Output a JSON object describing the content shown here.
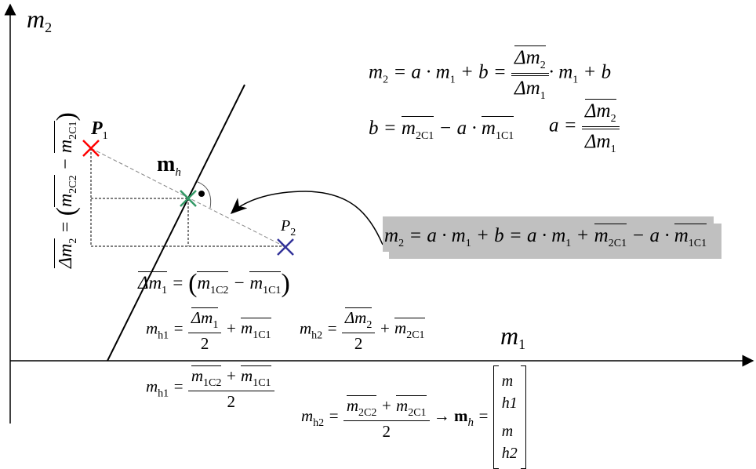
{
  "colors": {
    "p1": "#ff0000",
    "p2": "#333399",
    "mh": "#339966",
    "axis": "#000000",
    "box": "#c0c0c0"
  },
  "axes": {
    "y_var": "m",
    "y_sub": "2",
    "x_var": "m",
    "x_sub": "1"
  },
  "points": {
    "p1": {
      "var": "P",
      "sub": "1"
    },
    "p2": {
      "var": "P",
      "sub": "2"
    },
    "mh": {
      "var": "m",
      "sub": "h"
    }
  },
  "formulas": {
    "line_eq": {
      "lhs": "m",
      "lhs_sub": "2",
      "eq1": " = a · m",
      "s1": "1",
      "plus_b": " + b = ",
      "num": "Δm",
      "num_sub": "2",
      "den": "Δm",
      "den_sub": "1",
      "tail": "· m",
      "tail_sub": "1",
      "tail2": " + b"
    },
    "b_eq": {
      "lhs": "b = ",
      "t1": "m",
      "t1_sub": "2C1",
      "mid": " − a · ",
      "t2": "m",
      "t2_sub": "1C1"
    },
    "a_eq": {
      "lhs": "a = ",
      "num": "Δm",
      "num_sub": "2",
      "den": "Δm",
      "den_sub": "1"
    },
    "highlight": {
      "lhs": "m",
      "lhs_sub": "2",
      "p1": " = a · m",
      "p1_sub": "1",
      "p2": " + b = a · m",
      "p2_sub": "1",
      "p3": " + ",
      "t1": "m",
      "t1_sub": "2C1",
      "p4": " − a · ",
      "t2": "m",
      "t2_sub": "1C1"
    },
    "delta_m2": {
      "lhs": "Δm",
      "lhs_sub": "2",
      "eq": " = ",
      "open": "(",
      "t1": "m",
      "t1_sub": "2C2",
      "minus": " − ",
      "t2": "m",
      "t2_sub": "2C1",
      "close": ")"
    },
    "delta_m1": {
      "lhs": "Δm",
      "lhs_sub": "1",
      "eq": " = ",
      "open": "(",
      "t1": "m",
      "t1_sub": "1C2",
      "minus": " − ",
      "t2": "m",
      "t2_sub": "1C1",
      "close": ")"
    },
    "mh_a": {
      "lhs": "m",
      "lhs_sub": "h1",
      "eq": " = ",
      "num": "Δm",
      "num_sub": "1",
      "den": "2",
      "plus": " + ",
      "t": "m",
      "t_sub": "1C1"
    },
    "mh_b": {
      "lhs": "m",
      "lhs_sub": "h2",
      "eq": " = ",
      "num": "Δm",
      "num_sub": "2",
      "den": "2",
      "plus": " + ",
      "t": "m",
      "t_sub": "2C1"
    },
    "mh_c": {
      "lhs": "m",
      "lhs_sub": "h1",
      "eq": " = ",
      "n1": "m",
      "n1_sub": "1C2",
      "plus": " + ",
      "n2": "m",
      "n2_sub": "1C1",
      "den": "2"
    },
    "mh_d": {
      "lhs": "m",
      "lhs_sub": "h2",
      "eq": " = ",
      "n1": "m",
      "n1_sub": "2C2",
      "plus": " + ",
      "n2": "m",
      "n2_sub": "2C1",
      "den": "2",
      "arrow": " → ",
      "vec": "m",
      "vec_sub": "h",
      "veq": " = ",
      "v1": "m",
      "v1_sub": "h1",
      "v2": "m",
      "v2_sub": "h2"
    }
  }
}
